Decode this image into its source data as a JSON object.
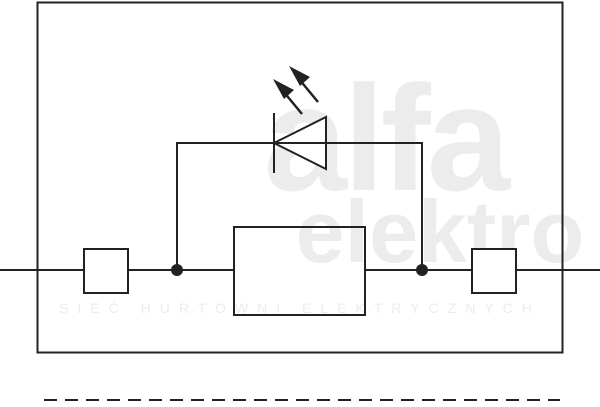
{
  "watermark": {
    "brand": "alfa",
    "sub": "elektro",
    "tagline": "SIEĆ HURTOWNI ELEKTRYCZNYCH",
    "color": "#ececec"
  },
  "colors": {
    "stroke": "#222222",
    "background": "#ffffff"
  },
  "components": {
    "frame": "terminal-enclosure",
    "fuse": "fuse-element",
    "led": "indicator-led-diode",
    "terminals": [
      "left-terminal",
      "right-terminal"
    ],
    "junctions": [
      "left-junction-dot",
      "right-junction-dot"
    ]
  }
}
